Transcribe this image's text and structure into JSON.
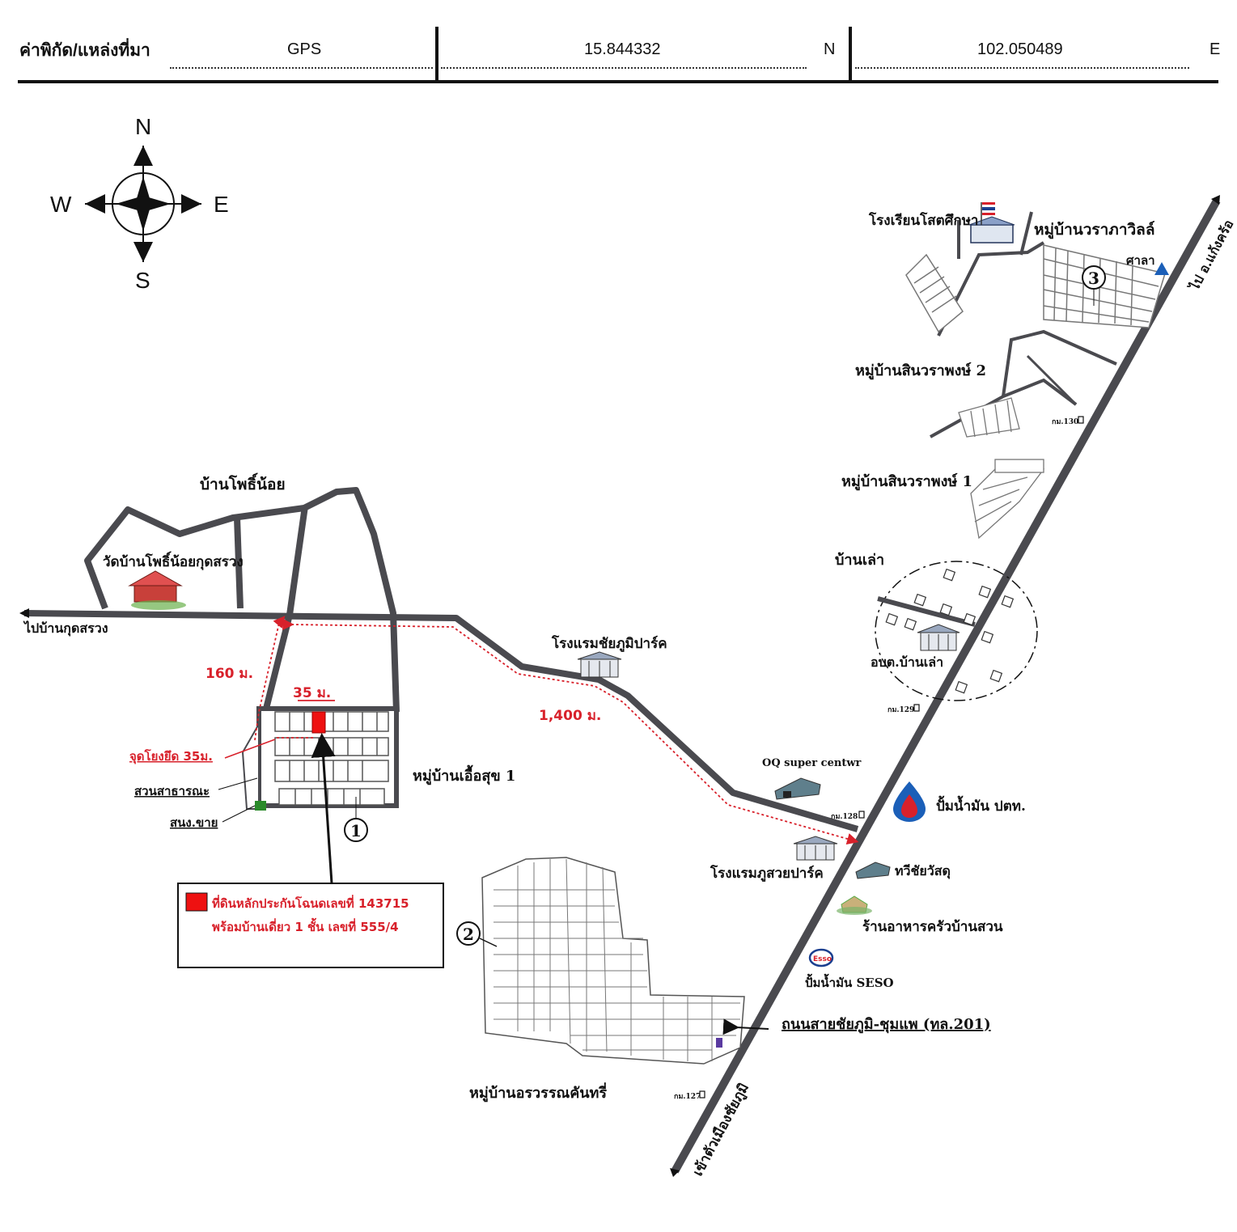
{
  "header": {
    "label": "ค่าพิกัด/แหล่งที่มา",
    "source": "GPS",
    "lat": "15.844332",
    "lat_dir": "N",
    "lon": "102.050489",
    "lon_dir": "E"
  },
  "compass": {
    "n": "N",
    "s": "S",
    "e": "E",
    "w": "W"
  },
  "places": {
    "school": "โรงเรียนโสตศึกษา",
    "village_3": "หมู่บ้านวราภาวิลล์",
    "sala": "ศาลา",
    "to_kaengkhro": "ไป อ.แก้งคร้อ",
    "village_sinwara2": "หมู่บ้านสินวราพงษ์ 2",
    "village_sinwara1": "หมู่บ้านสินวราพงษ์ 1",
    "km130": "กม.130",
    "ban_lao": "บ้านเล่า",
    "obt_ban_lao": "อบต.บ้านเล่า",
    "km129": "กม.129",
    "ban_pho_noi": "บ้านโพธิ์น้อย",
    "wat": "วัดบ้านโพธิ์น้อยกุดสรวง",
    "to_kut_suang": "ไปบ้านกุดสรวง",
    "hotel_park": "โรงแรมชัยภูมิปาร์ค",
    "oq": "OQ super centwr",
    "km128": "กม.128",
    "ptt": "ปั้มน้ำมัน ปตท.",
    "hotel_phusuay": "โรงแรมภูสวยปาร์ค",
    "thawi": "ทวีชัยวัสดุ",
    "restaurant": "ร้านอาหารครัวบ้านสวน",
    "esso": "ปั้มน้ำมัน SESO",
    "road_name": "ถนนสายชัยภูมิ-ชุมแพ (ทล.201)",
    "village_1": "หมู่บ้านเอื้อสุข 1",
    "village_2": "หมู่บ้านอรวรรณคันทรี่",
    "km127": "กม.127",
    "to_city": "เข้าตัวเมืองชัยภูมิ",
    "park": "สวนสาธารณะ",
    "guard": "สนง.ขาย",
    "junction": "จุดโยงยึด 35ม.",
    "d160": "160 ม.",
    "d35": "35 ม.",
    "d1400": "1,400 ม.",
    "marker1": "1",
    "marker2": "2",
    "marker3": "3"
  },
  "legend": {
    "line1": "ที่ดินหลักประกันโฉนดเลขที่ 143715",
    "line2": "พร้อมบ้านเดี่ยว 1 ชั้น เลขที่ 555/4"
  },
  "colors": {
    "road": "#4a4a4f",
    "red": "#d8212b",
    "blue": "#1b5fb8"
  }
}
